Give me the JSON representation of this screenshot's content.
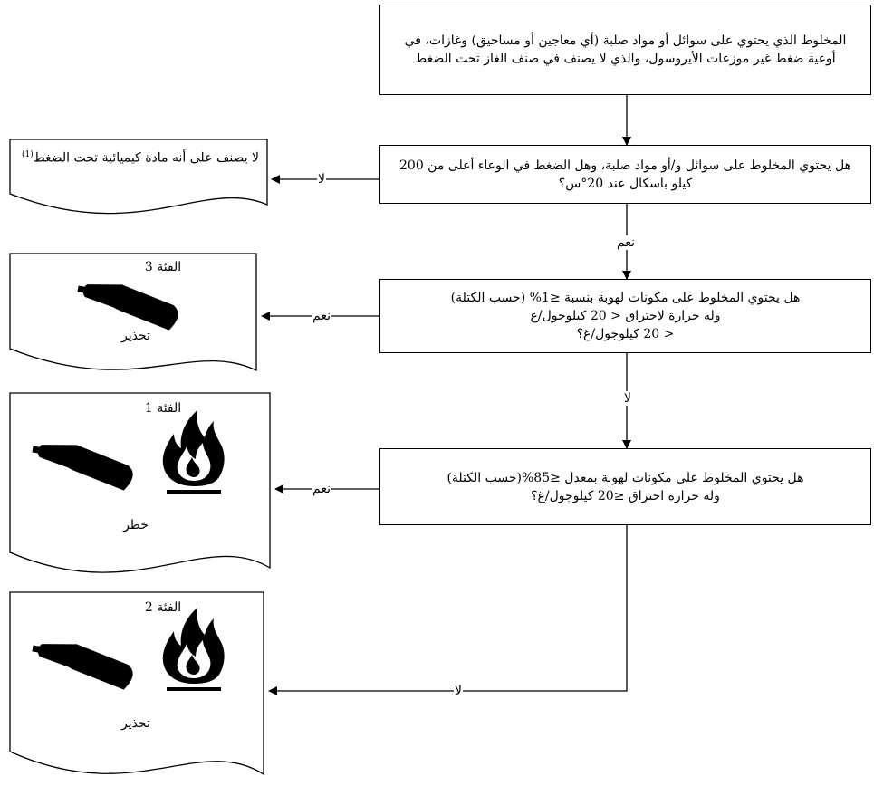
{
  "boxes": {
    "start": "المخلوط الذي يحتوي على سوائل أو مواد صلبة (أي معاجين أو مساحيق) وغازات، في أوعية ضغط غير موزعات الأيروسول، والذي لا يصنف في صنف الغاز تحت الضغط",
    "q1": "هل يحتوي المخلوط على سوائل و/أو مواد صلبة، وهل الضغط في الوعاء أعلى من 200 كيلو باسكال عند 20°س؟",
    "q2_line1": "هل يحتوي المخلوط على مكونات لهوبة بنسبة ≤1% (حسب الكتلة)",
    "q2_line2": "وله حرارة لاحتراق < 20 كيلوجول/غ",
    "q2_line3": "< 20 كيلوجول/غ؟",
    "q3_line1": "هل يحتوي المخلوط على مكونات لهوبة بمعدل ≤85%(حسب الكتلة)",
    "q3_line2": "وله حرارة احتراق ≤20 كيلوجول/غ؟"
  },
  "edge_labels": {
    "q1_no": "لا",
    "q1_yes": "نعم",
    "q2_yes": "نعم",
    "q2_no": "لا",
    "q3_yes": "نعم",
    "q3_no": "لا"
  },
  "outcomes": {
    "not_classified": {
      "text": "لا يصنف على أنه مادة كيميائية تحت الضغط",
      "footnote": "(1)"
    },
    "cat3": {
      "title": "الفئة 3",
      "signal": "تحذير",
      "pictograms": [
        "gas-cylinder-icon"
      ]
    },
    "cat1": {
      "title": "الفئة 1",
      "signal": "خطر",
      "pictograms": [
        "gas-cylinder-icon",
        "flame-icon"
      ]
    },
    "cat2": {
      "title": "الفئة 2",
      "signal": "تحذير",
      "pictograms": [
        "gas-cylinder-icon",
        "flame-icon"
      ]
    }
  }
}
